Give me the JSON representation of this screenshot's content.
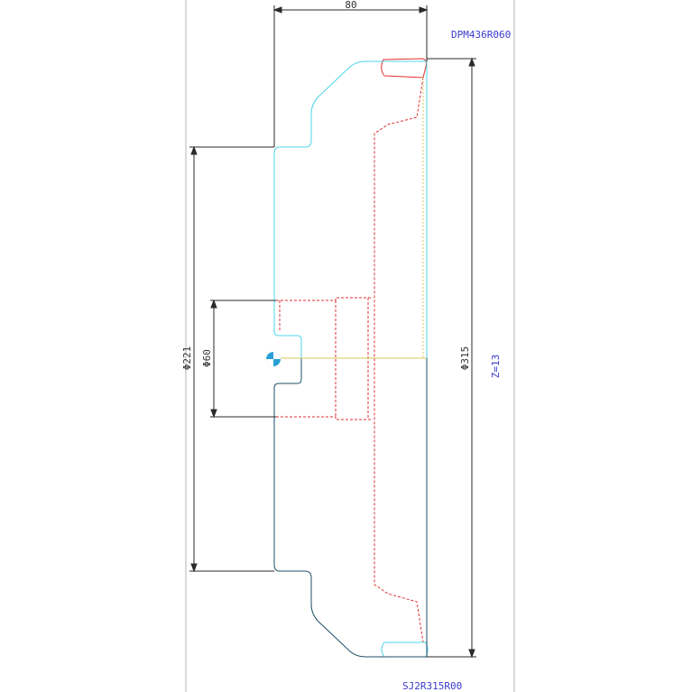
{
  "drawing": {
    "part_code_top": "DPM436R060",
    "part_code_bottom": "SJ2R315R00",
    "teeth_label": "Z=13",
    "dimensions": {
      "width": "80",
      "bore": "Φ60",
      "hub": "Φ221",
      "outer": "Φ315"
    }
  },
  "colors": {
    "upper_outline": "#4fd4e8",
    "lower_outline": "#1e4f66",
    "hidden_lines": "#e03030",
    "dimension_lines": "#2a2a2a",
    "frame_line": "#b4b4b4",
    "reference_text": "#3a3acc",
    "datum_marker": "#2a9fd6"
  }
}
